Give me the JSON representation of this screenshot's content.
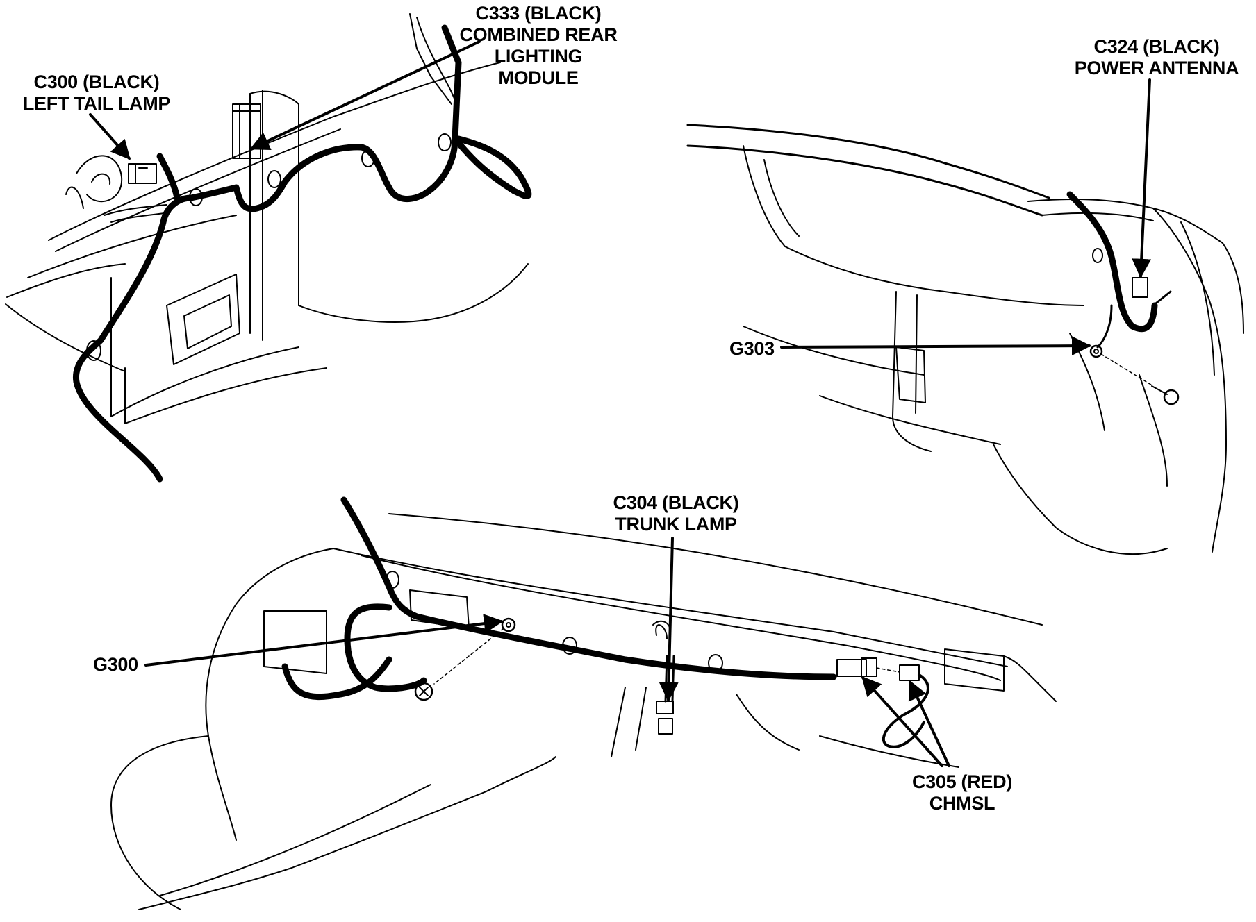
{
  "diagram": {
    "callouts": {
      "c333": {
        "line1": "C333 (BLACK)",
        "line2": "COMBINED REAR",
        "line3": "LIGHTING",
        "line4": "MODULE"
      },
      "c300": {
        "line1": "C300 (BLACK)",
        "line2": "LEFT TAIL LAMP"
      },
      "c324": {
        "line1": "C324 (BLACK)",
        "line2": "POWER ANTENNA"
      },
      "g303": {
        "line1": "G303"
      },
      "c304": {
        "line1": "C304 (BLACK)",
        "line2": "TRUNK LAMP"
      },
      "g300": {
        "line1": "G300"
      },
      "c305": {
        "line1": "C305 (RED)",
        "line2": "CHMSL"
      }
    },
    "colors": {
      "ink": "#000000",
      "paper": "#ffffff"
    }
  }
}
